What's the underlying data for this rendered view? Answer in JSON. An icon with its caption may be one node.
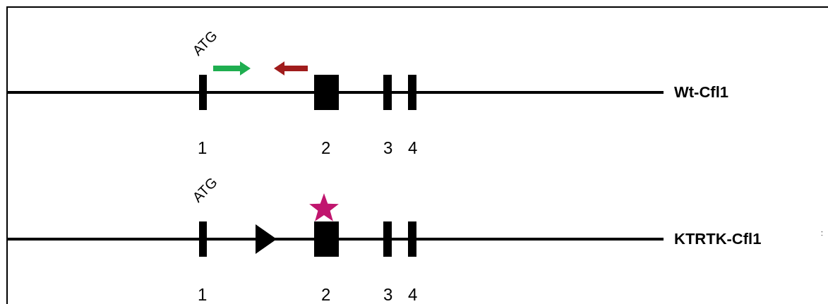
{
  "diagram": {
    "labels": [
      "ATG",
      "Wt-Cfl1",
      "1",
      "2",
      "3",
      "4",
      "ATG",
      "KTRTK-Cfl1",
      ":",
      "1",
      "2",
      "3",
      "4"
    ]
  }
}
